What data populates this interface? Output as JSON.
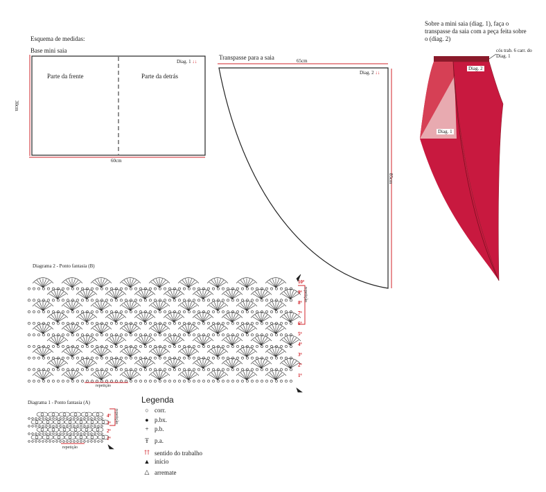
{
  "measurements": {
    "title": "Esquema de medidas:",
    "base_title": "Base mini saia",
    "front_label": "Parte da frente",
    "back_label": "Parte da detrás",
    "diag1_tag": "Diag. 1",
    "height_label": "30cm",
    "width_label": "60cm"
  },
  "overlap": {
    "title": "Transpasse para a saia",
    "top_label": "65cm",
    "side_label": "85cm",
    "diag2_tag": "Diag. 2"
  },
  "skirt": {
    "note": "Sobre a mini saia (diag. 1), faça o transpasse da saia com a peça feita sobre o (diag. 2)",
    "waist_note": "cós trab. 6 carr. do Diag. 1",
    "diag2_tag": "Diag. 2",
    "diag1_tag": "Diag. 1",
    "colors": {
      "main": "#c8193f",
      "dark": "#8a1a2a",
      "light": "#e8aab0",
      "mid": "#d64055"
    }
  },
  "diagram2": {
    "title": "Diagrama 2 - Ponto fantasia (B)",
    "repeat_label": "repetição",
    "side_repeat_label": "repetição",
    "rows": [
      "10ª",
      "9ª",
      "8ª",
      "7ª",
      "6ª",
      "5ª",
      "4ª",
      "3ª",
      "2ª",
      "1ª"
    ]
  },
  "diagram1": {
    "title": "Diagrama 1 - Ponto fantasia (A)",
    "repeat_label": "repetição",
    "side_repeat_label": "repetição",
    "rows": [
      "4ª",
      "3ª",
      "2ª",
      "1ª"
    ]
  },
  "legend": {
    "title": "Legenda",
    "items": [
      {
        "icon": "chain-circle-icon",
        "label": "corr."
      },
      {
        "icon": "slip-stitch-dot-icon",
        "label": "p.bx."
      },
      {
        "icon": "single-crochet-plus-icon",
        "label": "p.b."
      },
      {
        "icon": "double-crochet-icon",
        "label": "p.a."
      },
      {
        "icon": "work-direction-arrows-icon",
        "label": "sentido do trabalho"
      },
      {
        "icon": "start-arrow-icon",
        "label": "início"
      },
      {
        "icon": "finish-arrow-icon",
        "label": "arremate"
      }
    ]
  }
}
